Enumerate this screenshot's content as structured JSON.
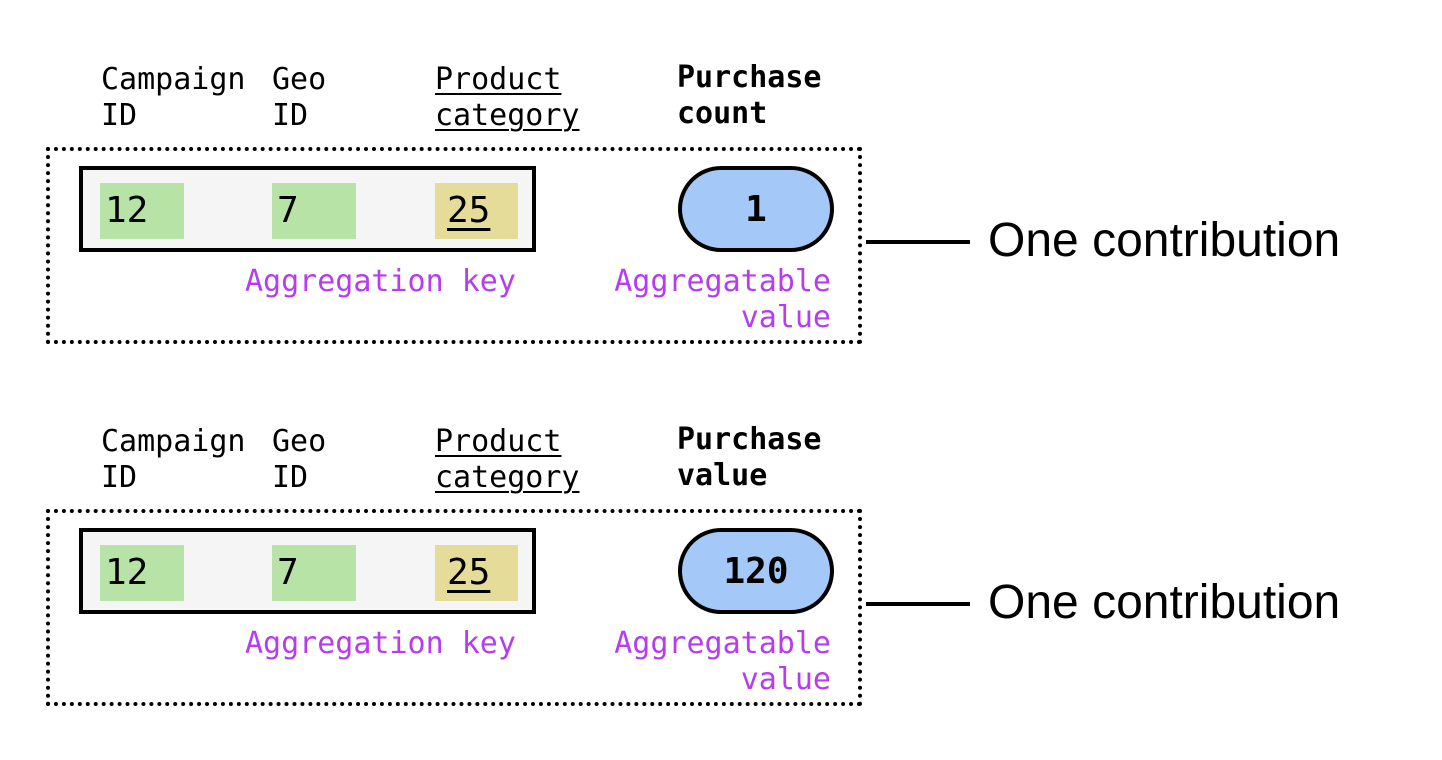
{
  "blocks": [
    {
      "headers": {
        "campaign": "Campaign\nID",
        "geo": "Geo\nID",
        "product": "Product\ncategory",
        "metric": "Purchase\ncount"
      },
      "key_values": {
        "campaign": "12",
        "geo": "7",
        "product": "25"
      },
      "aggregatable_value": "1",
      "aggregation_key_label": "Aggregation key",
      "aggregatable_value_label": "Aggregatable\nvalue",
      "contribution_label": "One contribution"
    },
    {
      "headers": {
        "campaign": "Campaign\nID",
        "geo": "Geo\nID",
        "product": "Product\ncategory",
        "metric": "Purchase\nvalue"
      },
      "key_values": {
        "campaign": "12",
        "geo": "7",
        "product": "25"
      },
      "aggregatable_value": "120",
      "aggregation_key_label": "Aggregation key",
      "aggregatable_value_label": "Aggregatable\nvalue",
      "contribution_label": "One contribution"
    }
  ],
  "colors": {
    "key_cell_green": "#b7e4a6",
    "key_cell_yellow": "#e6dc9a",
    "value_pill_blue": "#a4c8f8",
    "label_purple": "#b63cf0",
    "key_box_fill": "#f5f5f5"
  }
}
